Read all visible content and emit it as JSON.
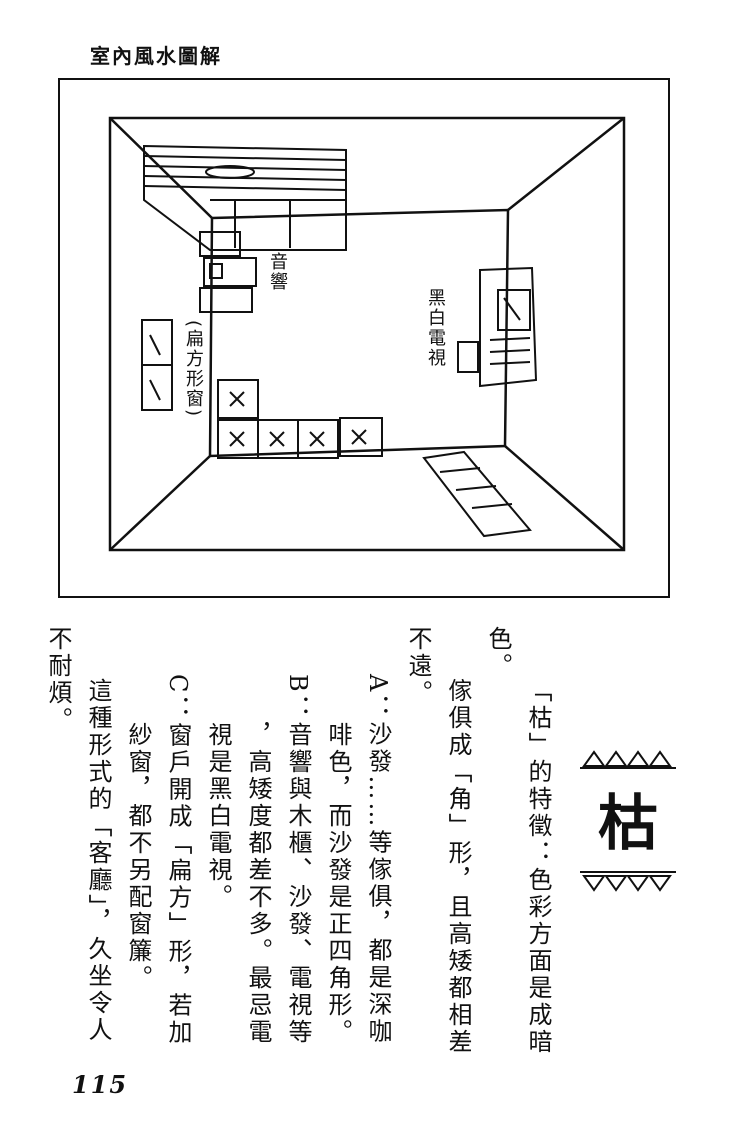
{
  "header": {
    "book_title": "室內風水圖解"
  },
  "figure": {
    "labels": {
      "audio": "音響",
      "tv": "黑白電視",
      "window": "(扁方形窗)"
    }
  },
  "title": {
    "character": "枯"
  },
  "body": {
    "columns": [
      "「枯」的特徵：色彩方面是成暗",
      "色。",
      "傢俱成「角」形，且高矮都相差",
      "不遠。",
      "A：沙發……等傢俱，都是深咖",
      "啡色，而沙發是正四角形。",
      "B：音響與木櫃、沙發、電視等",
      "，高矮度都差不多。最忌電",
      "視是黑白電視。",
      "C：窗戶開成「扁方」形，若加",
      "紗窗，都不另配窗簾。",
      "這種形式的「客廳」，久坐令人",
      "不耐煩。"
    ]
  },
  "footer": {
    "page_number": "115"
  }
}
